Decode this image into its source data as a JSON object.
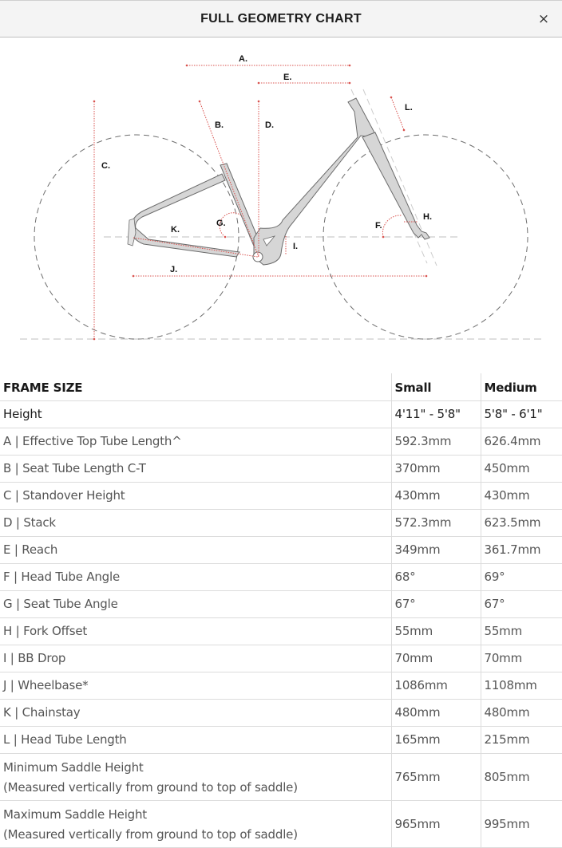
{
  "modal": {
    "title": "FULL GEOMETRY CHART",
    "close_icon": "×"
  },
  "diagram": {
    "labels": {
      "A": "A.",
      "B": "B.",
      "C": "C.",
      "D": "D.",
      "E": "E.",
      "F": "F.",
      "G": "G.",
      "H": "H.",
      "I": "I.",
      "J": "J.",
      "K": "K.",
      "L": "L."
    },
    "colors": {
      "frame_fill": "#d6d6d6",
      "frame_stroke": "#6b6b6b",
      "measure_red": "#d9534f",
      "wheel_dash": "#6e6e6e",
      "guide_dash": "#cccccc"
    }
  },
  "table": {
    "headers": [
      "FRAME SIZE",
      "Small",
      "Medium"
    ],
    "rows": [
      {
        "label": "Height",
        "small": "4'11\" - 5'8\"",
        "medium": "5'8\" - 6'1\""
      },
      {
        "label": "A | Effective Top Tube Length^",
        "small": "592.3mm",
        "medium": "626.4mm"
      },
      {
        "label": "B | Seat Tube Length C-T",
        "small": "370mm",
        "medium": "450mm"
      },
      {
        "label": "C | Standover Height",
        "small": "430mm",
        "medium": "430mm"
      },
      {
        "label": "D | Stack",
        "small": "572.3mm",
        "medium": "623.5mm"
      },
      {
        "label": "E | Reach",
        "small": "349mm",
        "medium": "361.7mm"
      },
      {
        "label": "F | Head Tube Angle",
        "small": "68°",
        "medium": "69°"
      },
      {
        "label": "G | Seat Tube Angle",
        "small": "67°",
        "medium": "67°"
      },
      {
        "label": "H | Fork Offset",
        "small": "55mm",
        "medium": "55mm"
      },
      {
        "label": "I | BB Drop",
        "small": "70mm",
        "medium": "70mm"
      },
      {
        "label": "J | Wheelbase*",
        "small": "1086mm",
        "medium": "1108mm"
      },
      {
        "label": "K | Chainstay",
        "small": "480mm",
        "medium": "480mm"
      },
      {
        "label": "L | Head Tube Length",
        "small": "165mm",
        "medium": "215mm"
      },
      {
        "label": "Minimum Saddle Height",
        "sublabel": "(Measured vertically from ground to top of saddle)",
        "small": "765mm",
        "medium": "805mm"
      },
      {
        "label": "Maximum Saddle Height",
        "sublabel": "(Measured vertically from ground to top of saddle)",
        "small": "965mm",
        "medium": "995mm"
      }
    ]
  }
}
